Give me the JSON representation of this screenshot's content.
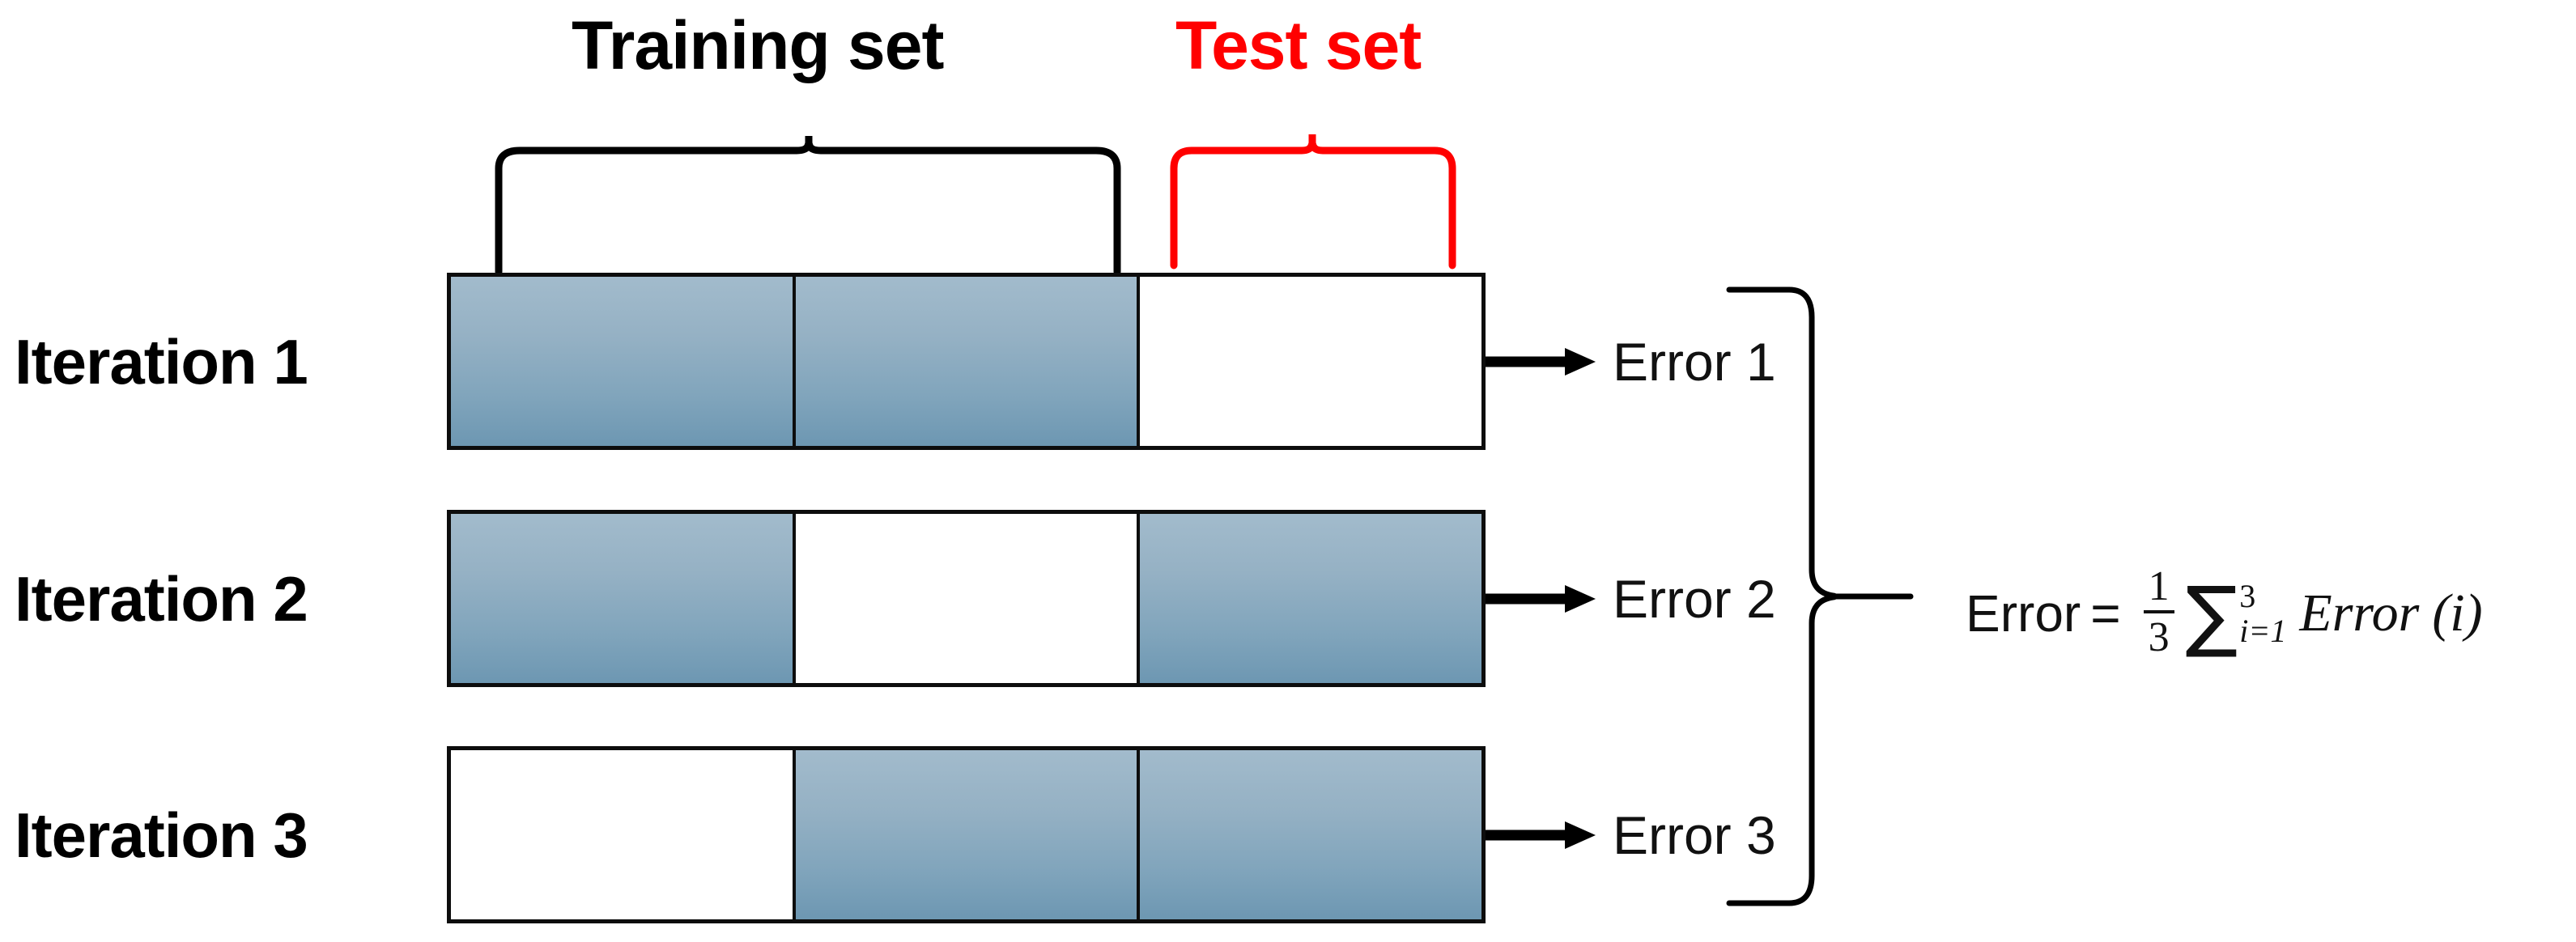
{
  "diagram": {
    "title_labels": {
      "training_set": "Training set",
      "test_set": "Test set",
      "training_color": "#000000",
      "test_color": "#ff0000"
    },
    "colors": {
      "fold_train_top": "#a2bbcc",
      "fold_train_bottom": "#6d97b2",
      "fold_test": "#ffffff",
      "outline": "#0d0d0d",
      "background": "#ffffff"
    },
    "rows": [
      {
        "label": "Iteration 1",
        "cells": [
          "train",
          "train",
          "test"
        ],
        "error_label": "Error 1"
      },
      {
        "label": "Iteration 2",
        "cells": [
          "train",
          "test",
          "train"
        ],
        "error_label": "Error 2"
      },
      {
        "label": "Iteration 3",
        "cells": [
          "test",
          "train",
          "train"
        ],
        "error_label": "Error 3"
      }
    ],
    "formula": {
      "lhs": "Error",
      "equals": "=",
      "fraction_numerator": "1",
      "fraction_denominator": "3",
      "sigma": "∑",
      "sigma_upper": "3",
      "sigma_lower": "i=1",
      "term": "Error",
      "argument": "(i)"
    }
  }
}
